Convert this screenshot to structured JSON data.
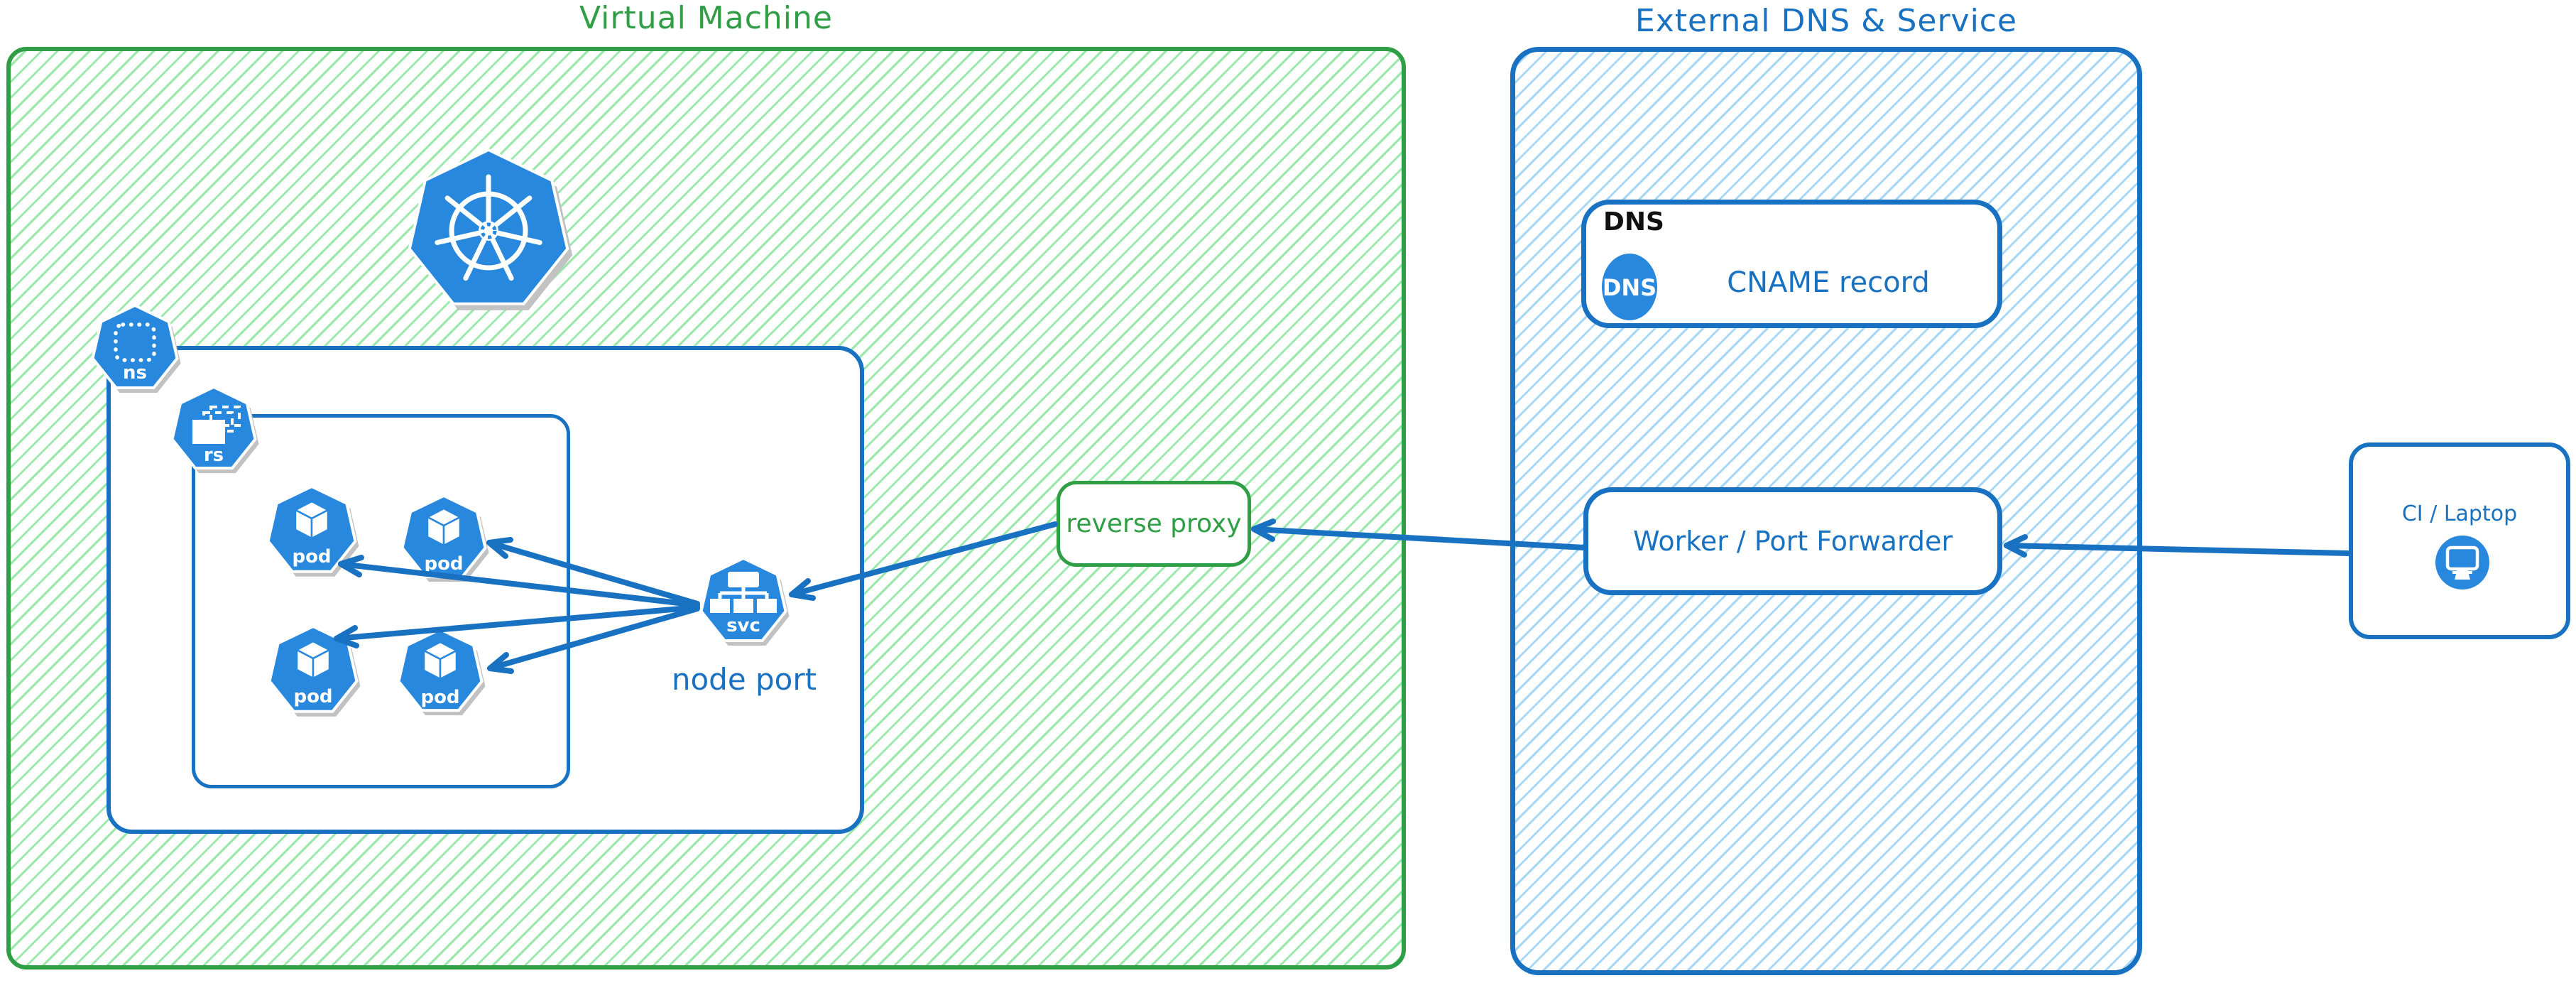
{
  "vm": {
    "title": "Virtual Machine"
  },
  "external": {
    "title": "External DNS & Service"
  },
  "reverse_proxy": {
    "label": "reverse proxy"
  },
  "worker": {
    "label": "Worker / Port Forwarder"
  },
  "dns": {
    "header": "DNS",
    "badge": "DNS",
    "record": "CNAME record"
  },
  "ci": {
    "label": "CI / Laptop"
  },
  "k8s": {
    "node_port_label": "node port",
    "pod_label": "pod",
    "namespace_label": "ns",
    "replicaset_label": "rs",
    "service_label": "svc"
  },
  "colors": {
    "green": "#2f9e44",
    "green_hatch": "#9ae8aa",
    "blue": "#1971c2",
    "blue_hatch": "#a7d7f6",
    "icon_blue": "#2788dd",
    "icon_shadow": "#c2c2c2",
    "dns_header_text": "#111111"
  }
}
